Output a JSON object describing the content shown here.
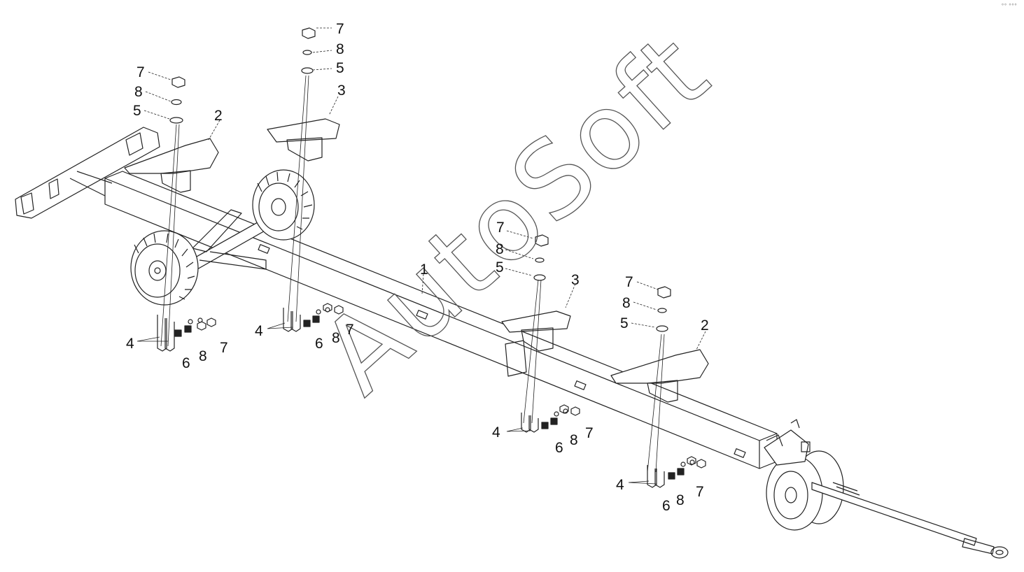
{
  "diagram": {
    "watermark": "AutoSoft",
    "part_numbers": [
      "1",
      "2",
      "3",
      "4",
      "5",
      "6",
      "7",
      "8"
    ],
    "corner_mark": "°° °°°",
    "colors": {
      "line": "#222222",
      "text": "#111111",
      "watermark_outline": "#555555",
      "background": "#ffffff"
    }
  }
}
